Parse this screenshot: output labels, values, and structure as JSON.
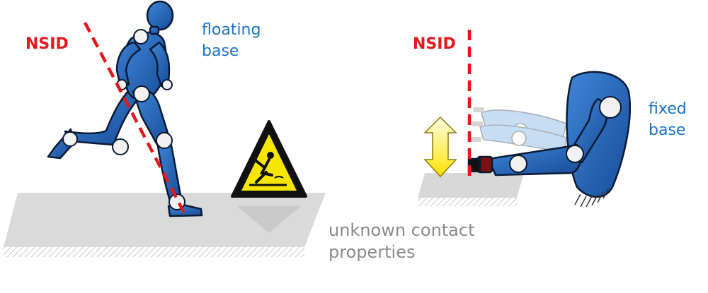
{
  "labels": {
    "nsid_left": "NSID",
    "nsid_right": "NSID",
    "floating_base": [
      "floating",
      "base"
    ],
    "fixed_base": [
      "fixed",
      "base"
    ],
    "contact": [
      "unknown contact",
      "properties"
    ]
  },
  "colors": {
    "nsid_red": "#e8151b",
    "label_blue": "#1a73c6",
    "label_gray": "#8a8a8a",
    "robot_blue": "#1f5fb8",
    "robot_outline": "#0a1a33",
    "joint_white": "#f2f2f2",
    "ground": "#d8d8d8",
    "warning_yellow": "#f7e600"
  },
  "icons": {
    "warning_sign": "slippery-floor-warning-icon",
    "arrow": "up-down-arrow-icon",
    "hammer": "hammer-icon"
  }
}
